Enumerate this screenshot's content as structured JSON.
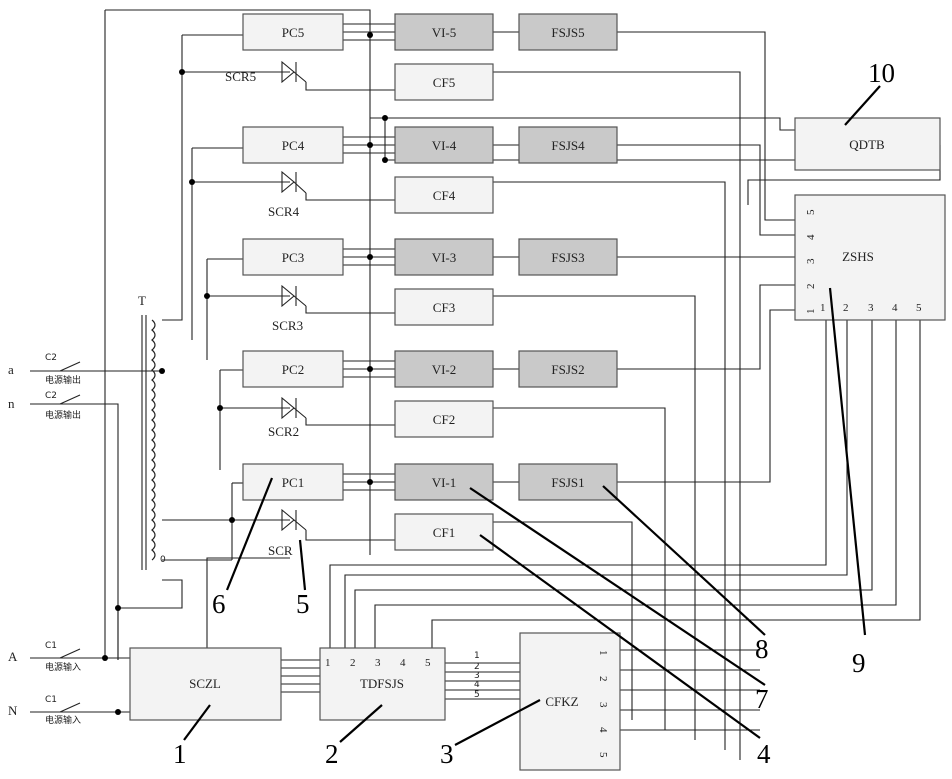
{
  "nodes": {
    "PC5": "PC5",
    "PC4": "PC4",
    "PC3": "PC3",
    "PC2": "PC2",
    "PC1": "PC1",
    "VI5": "VI-5",
    "VI4": "VI-4",
    "VI3": "VI-3",
    "VI2": "VI-2",
    "VI1": "VI-1",
    "FS5": "FSJS5",
    "FS4": "FSJS4",
    "FS3": "FSJS3",
    "FS2": "FSJS2",
    "FS1": "FSJS1",
    "CF5": "CF5",
    "CF4": "CF4",
    "CF3": "CF3",
    "CF2": "CF2",
    "CF1": "CF1",
    "QDTB": "QDTB",
    "ZSHS": "ZSHS",
    "SCZL": "SCZL",
    "TDFSJS": "TDFSJS",
    "CFKZ": "CFKZ"
  },
  "scr": {
    "scr5": "SCR5",
    "scr4": "SCR4",
    "scr3": "SCR3",
    "scr2": "SCR2",
    "scr1": "SCR"
  },
  "terminals": {
    "a": "a",
    "n": "n",
    "A": "A",
    "N": "N"
  },
  "switches": {
    "c2": "C2",
    "c1": "C1",
    "out": "电源输出",
    "in": "电源输入"
  },
  "transformer": {
    "label": "T",
    "zero": "0"
  },
  "ports": [
    "1",
    "2",
    "3",
    "4",
    "5"
  ],
  "callouts": [
    "1",
    "2",
    "3",
    "4",
    "5",
    "6",
    "7",
    "8",
    "9",
    "10"
  ]
}
